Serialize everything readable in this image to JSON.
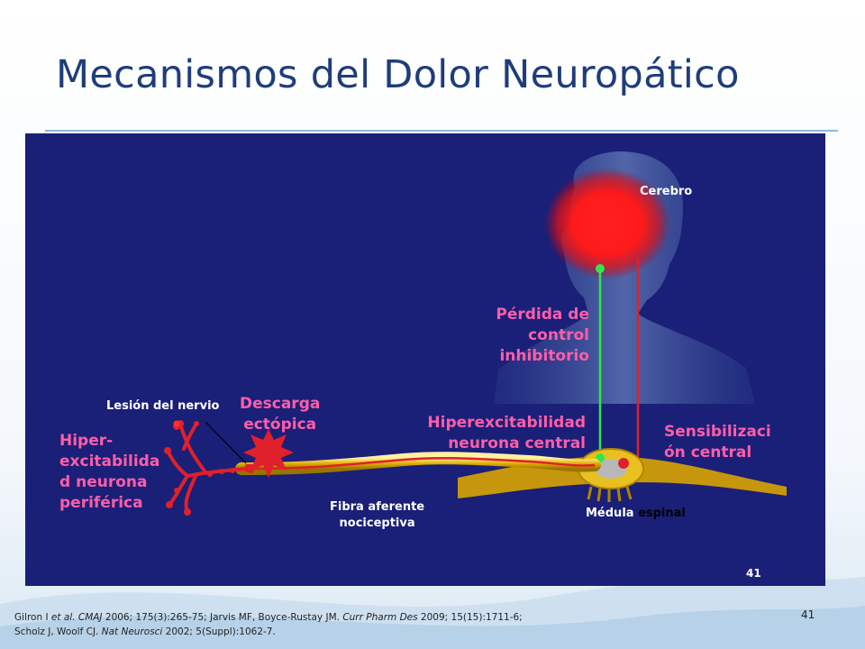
{
  "slide": {
    "title": "Mecanismos del Dolor Neuropático",
    "number": "41"
  },
  "panel": {
    "slide_number_inner": "41",
    "labels": {
      "brain": "Cerebro",
      "inhibitory_line1": "Pérdida de",
      "inhibitory_line2": "control",
      "inhibitory_line3": "inhibitorio",
      "nerve_injury": "Lesión del nervio",
      "ectopic_line1": "Descarga",
      "ectopic_line2": "ectópica",
      "hyperexc_central_line1": "Hiperexcitabilidad",
      "hyperexc_central_line2": "neurona central",
      "central_sens_line1": "Sensibilizaci",
      "central_sens_line2": "ón central",
      "peripheral_line1": "Hiper-",
      "peripheral_line2": "excitabilida",
      "peripheral_line3": "d neurona",
      "peripheral_line4": "periférica",
      "fiber_line1": "Fibra aferente",
      "fiber_line2": "nociceptiva",
      "spinal_word1": "Médula",
      "spinal_word2": " espinal"
    },
    "colors": {
      "panel_bg": "#1a1f78",
      "highlight_text": "#ff5ea8",
      "descending_path": "#2ee84a",
      "ascending_path": "#e0202a",
      "nerve_fiber": "#e6b800"
    }
  },
  "references": {
    "line1_a": "Gilron I ",
    "line1_b": "et al. CMAJ",
    "line1_c": " 2006; 175(3):265-75; Jarvis MF, Boyce-Rustay JM. ",
    "line1_d": "Curr Pharm Des",
    "line1_e": " 2009; 15(15):1711-6;",
    "line2_a": "Scholz J, Woolf  CJ. ",
    "line2_b": "Nat Neurosci",
    "line2_c": " 2002; 5(Suppl):1062-7."
  }
}
